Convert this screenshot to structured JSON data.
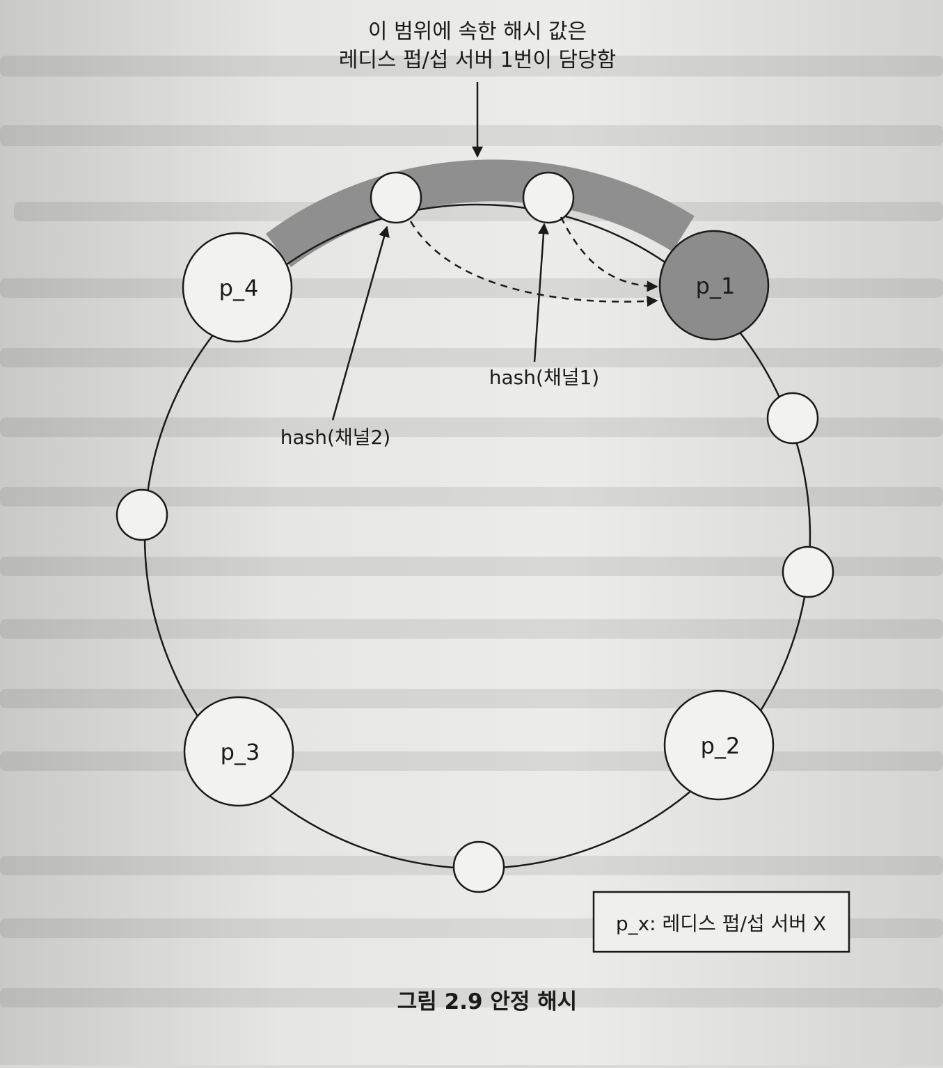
{
  "diagram": {
    "top_annotation": {
      "line1": "이 범위에 속한 해시 값은",
      "line2": "레디스 펍/섭 서버 1번이 담당함"
    },
    "servers": [
      {
        "id": "p1",
        "label": "p_1",
        "highlighted": true
      },
      {
        "id": "p2",
        "label": "p_2",
        "highlighted": false
      },
      {
        "id": "p3",
        "label": "p_3",
        "highlighted": false
      },
      {
        "id": "p4",
        "label": "p_4",
        "highlighted": false
      }
    ],
    "hash_labels": {
      "channel1": "hash(채널1)",
      "channel2": "hash(채널2)"
    },
    "legend": "p_x: 레디스 펍/섭 서버 X",
    "caption": "그림 2.9 안정 해시",
    "colors": {
      "ink": "#1a1a1a",
      "highlight_band": "#8f8f8f",
      "highlight_server": "#8c8c8c",
      "node_fill": "#f2f2f0"
    }
  }
}
